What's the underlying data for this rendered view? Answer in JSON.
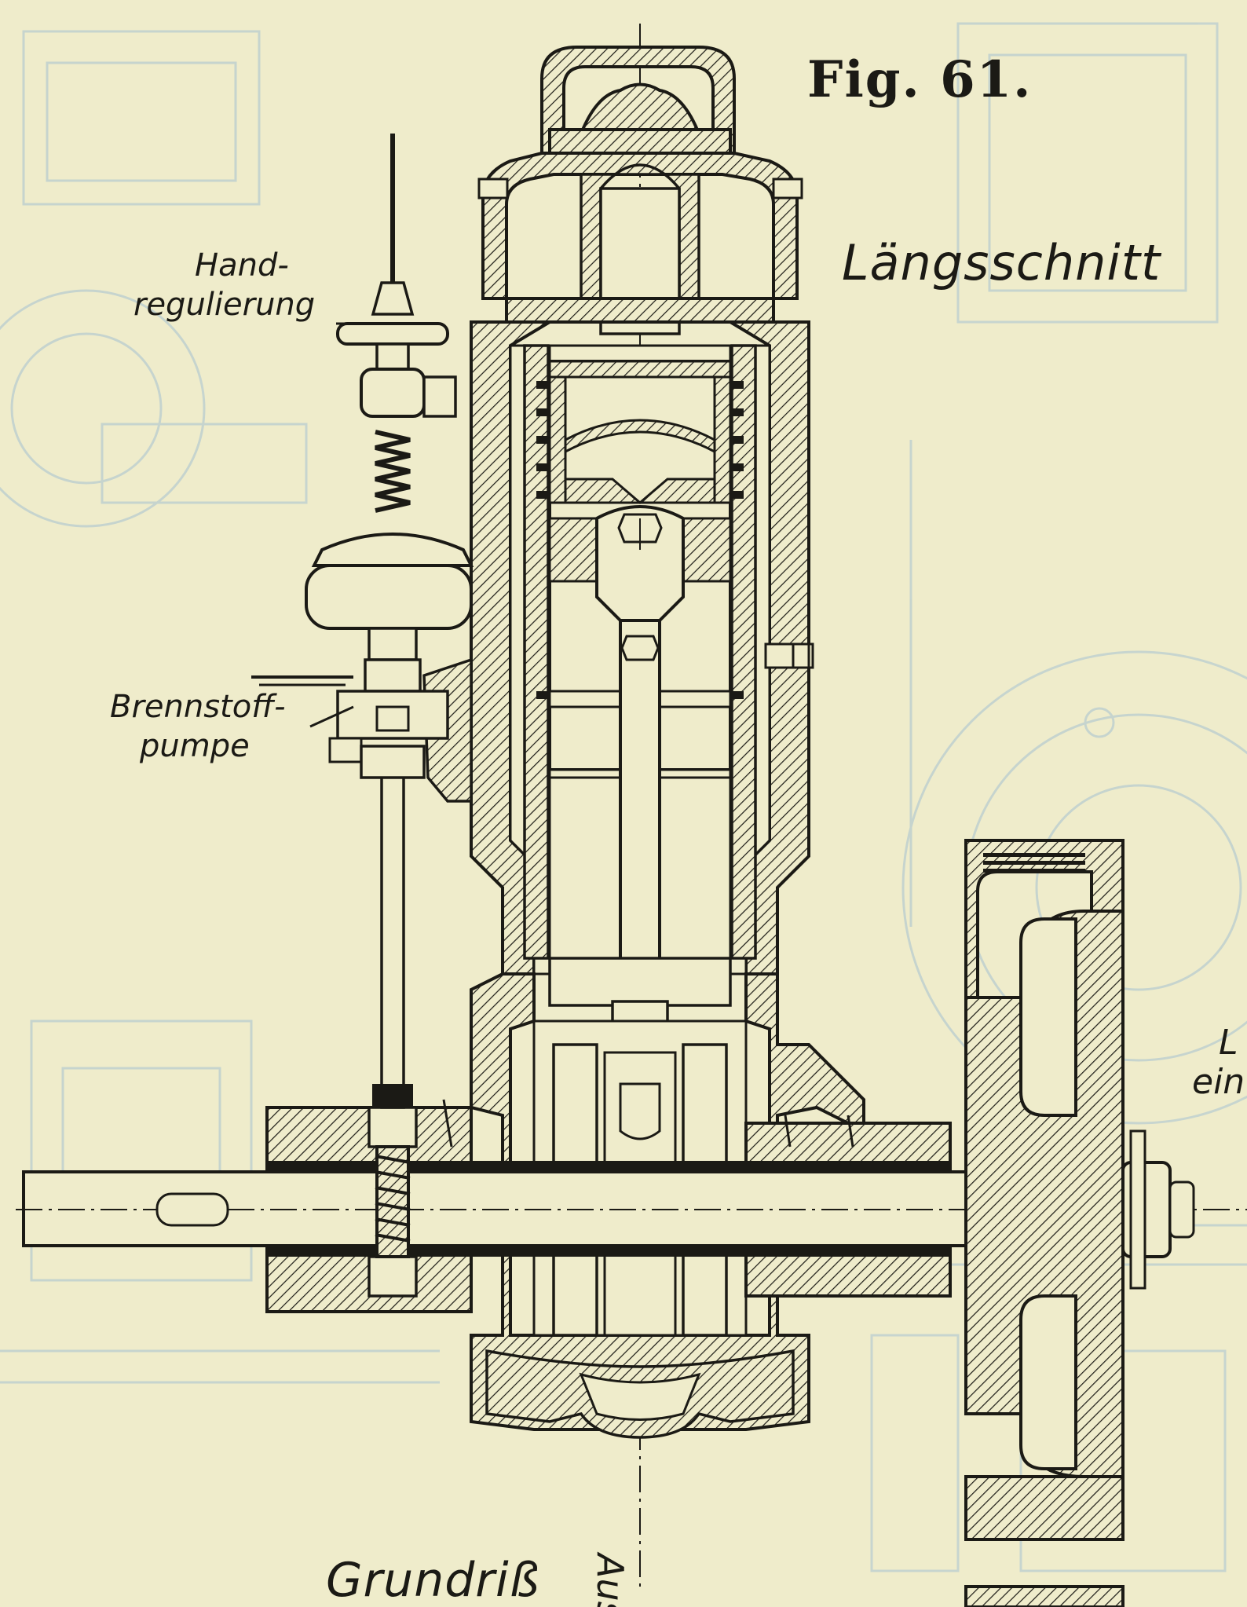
{
  "figure": {
    "number_label": "Fig. 61.",
    "view_label": "Längsschnitt",
    "plan_label": "Grundriß",
    "bottom_rotated_label": "Aus",
    "right_cut_label_1": "L",
    "right_cut_label_2": "ein"
  },
  "annotations": {
    "hand_line_1": "Hand-",
    "hand_line_2": "regulierung",
    "pump_line_1": "Brennstoff-",
    "pump_line_2": "pumpe"
  },
  "colors": {
    "paper": "#efeccb",
    "ink": "#1b1a15",
    "blueprint_ghost": "#b9cdd0"
  }
}
